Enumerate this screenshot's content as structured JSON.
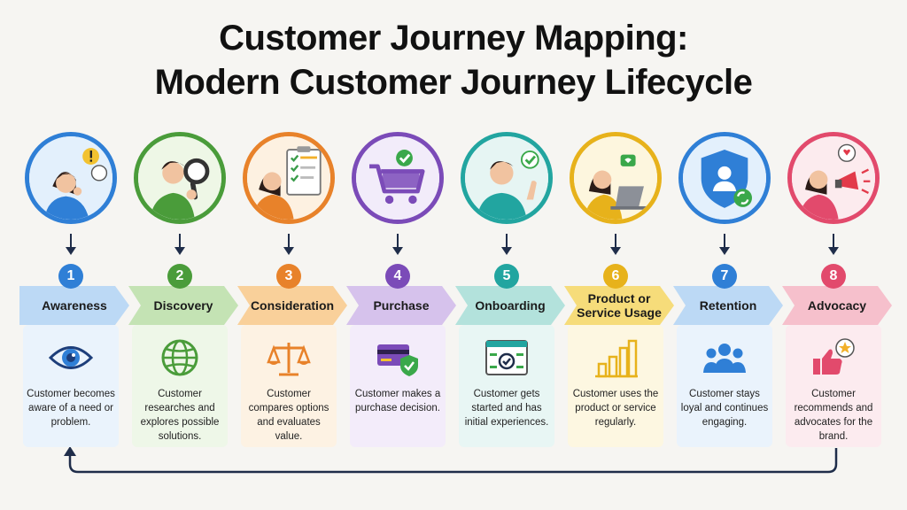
{
  "title": {
    "line1": "Customer Journey Mapping:",
    "line2": "Modern Customer Journey Lifecycle"
  },
  "stages": [
    {
      "number": "1",
      "label": "Awareness",
      "description": "Customer becomes aware of a need or problem.",
      "color": "#2f7fd6",
      "banner_color": "#bcd9f5",
      "card_color": "#eaf3fc",
      "icon": "eye-icon",
      "illustration": "thinking-person-icon"
    },
    {
      "number": "2",
      "label": "Discovery",
      "description": "Customer researches and explores possible solutions.",
      "color": "#4a9c3a",
      "banner_color": "#c4e3b4",
      "card_color": "#eef7e8",
      "icon": "globe-icon",
      "illustration": "person-magnifier-icon"
    },
    {
      "number": "3",
      "label": "Consideration",
      "description": "Customer compares options and evaluates value.",
      "color": "#e8822a",
      "banner_color": "#f9d09a",
      "card_color": "#fdf2e3",
      "icon": "scale-icon",
      "illustration": "person-checklist-icon"
    },
    {
      "number": "4",
      "label": "Purchase",
      "description": "Customer makes a purchase decision.",
      "color": "#7b4bb8",
      "banner_color": "#d6c2ec",
      "card_color": "#f3ecfa",
      "icon": "credit-card-shield-icon",
      "illustration": "shopping-cart-icon"
    },
    {
      "number": "5",
      "label": "Onboarding",
      "description": "Customer gets started and has initial experiences.",
      "color": "#22a5a0",
      "banner_color": "#b3e2dc",
      "card_color": "#e8f6f4",
      "icon": "browser-check-icon",
      "illustration": "person-waving-icon"
    },
    {
      "number": "6",
      "label": "Product or Service Usage",
      "description": "Customer uses the product or service regularly.",
      "color": "#e7b21b",
      "banner_color": "#f6dc7a",
      "card_color": "#fdf7e1",
      "icon": "bar-chart-icon",
      "illustration": "person-laptop-icon"
    },
    {
      "number": "7",
      "label": "Retention",
      "description": "Customer stays loyal and continues engaging.",
      "color": "#2f7fd6",
      "banner_color": "#bcd9f5",
      "card_color": "#eaf3fc",
      "icon": "people-group-icon",
      "illustration": "shield-user-icon"
    },
    {
      "number": "8",
      "label": "Advocacy",
      "description": "Customer recommends and advocates for the brand.",
      "color": "#e24a6c",
      "banner_color": "#f6c0cc",
      "card_color": "#fcebef",
      "icon": "thumbs-up-star-icon",
      "illustration": "person-megaphone-icon"
    }
  ]
}
